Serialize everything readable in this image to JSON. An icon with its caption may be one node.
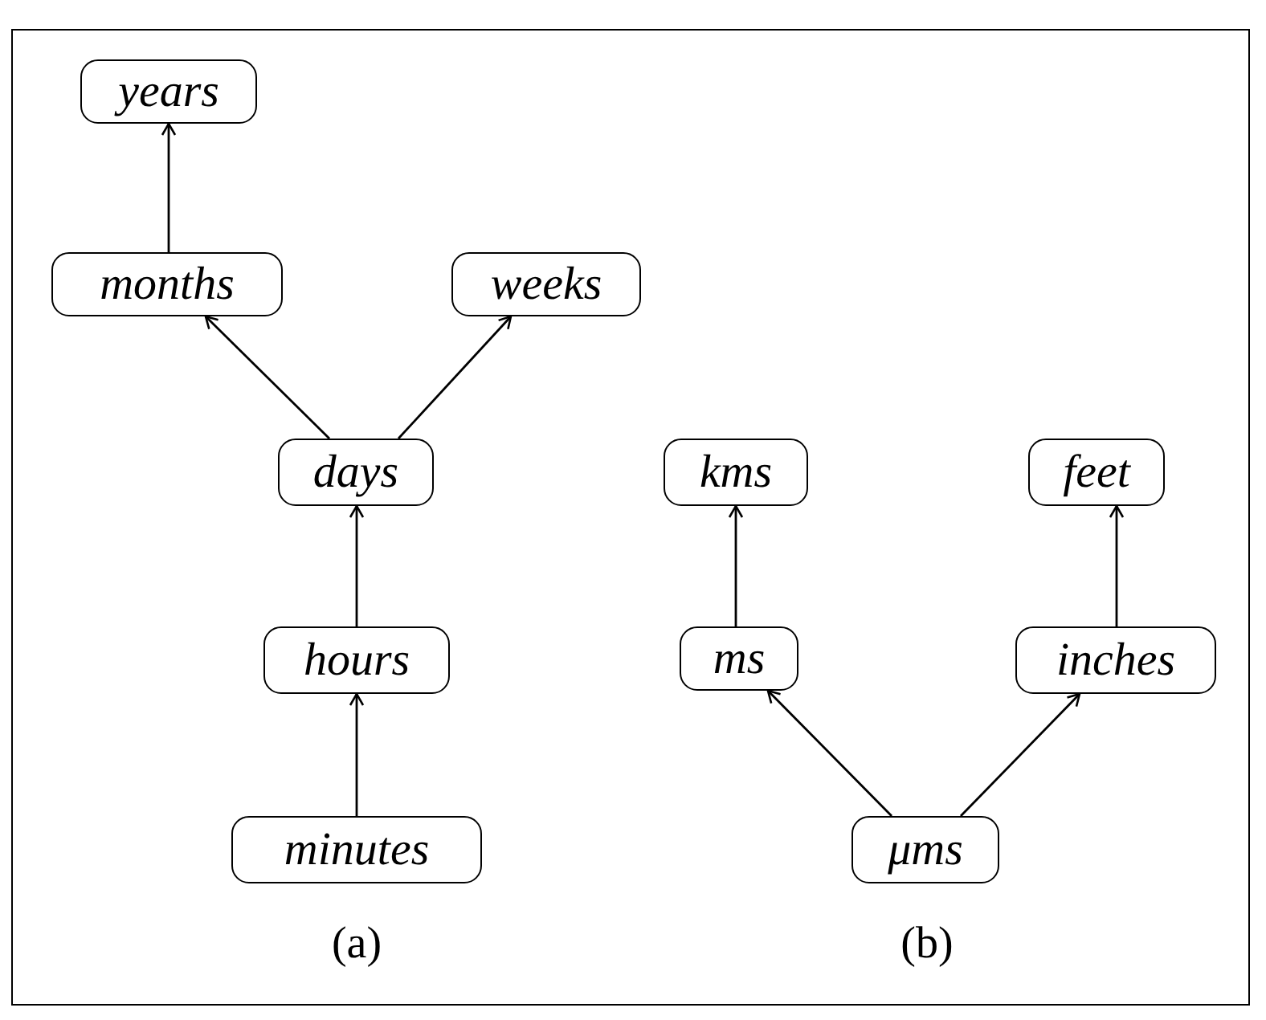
{
  "diagram": {
    "nodes": [
      {
        "text": [
          "years"
        ]
      },
      {
        "text": [
          "months"
        ]
      },
      {
        "text": [
          "weeks"
        ]
      },
      {
        "text": [
          "days"
        ]
      },
      {
        "text": [
          "kms"
        ]
      },
      {
        "text": [
          "feet"
        ]
      },
      {
        "text": [
          "hours"
        ]
      },
      {
        "text": [
          "ms"
        ]
      },
      {
        "text": [
          "inches"
        ]
      },
      {
        "text": [
          "minutes"
        ]
      },
      {
        "text": [
          "μms"
        ]
      }
    ],
    "edges": [
      {
        "from": 1,
        "to": 0,
        "arrow": "to"
      },
      {
        "from": 3,
        "to": 1,
        "arrow": "to"
      },
      {
        "from": 3,
        "to": 2,
        "arrow": "to"
      },
      {
        "from": 6,
        "to": 3,
        "arrow": "to"
      },
      {
        "from": 9,
        "to": 6,
        "arrow": "to"
      },
      {
        "from": 7,
        "to": 4,
        "arrow": "to"
      },
      {
        "from": 8,
        "to": 5,
        "arrow": "to"
      },
      {
        "from": 10,
        "to": 7,
        "arrow": "to"
      },
      {
        "from": 10,
        "to": 8,
        "arrow": "to"
      }
    ],
    "labels": [
      "(a)",
      "(b)"
    ]
  }
}
